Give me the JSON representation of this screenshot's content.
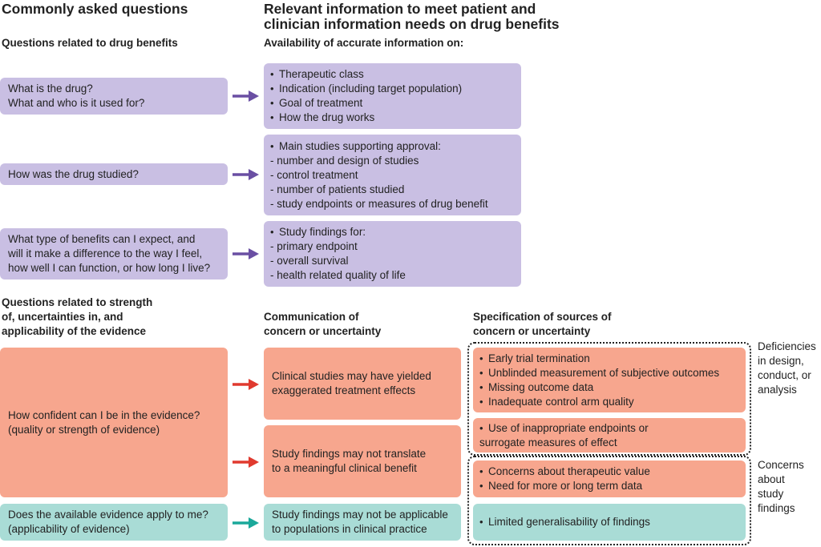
{
  "headers": {
    "left_title": "Commonly asked questions",
    "right_title_lines": [
      "Relevant information to meet patient and",
      "clinician information needs on drug benefits"
    ],
    "benefits_questions": "Questions related to drug benefits",
    "availability": "Availability of accurate information on:",
    "strength_lines": [
      "Questions related to strength",
      "of, uncertainties in, and",
      "applicability of the evidence"
    ],
    "communication_lines": [
      "Communication of",
      "concern or uncertainty"
    ],
    "specification_lines": [
      "Specification of sources of",
      "concern or uncertainty"
    ]
  },
  "benefit_rows": [
    {
      "question_lines": [
        "What is the drug?",
        "What and who is it used for?"
      ],
      "info_lines": [
        {
          "text": "Therapeutic class",
          "bullet": true
        },
        {
          "text": "Indication (including target population)",
          "bullet": true
        },
        {
          "text": "Goal of treatment",
          "bullet": true
        },
        {
          "text": "How the drug works",
          "bullet": true
        }
      ]
    },
    {
      "question_lines": [
        "How was the drug studied?"
      ],
      "info_lines": [
        {
          "text": "Main studies supporting approval:",
          "bullet": true
        },
        {
          "text": "- number and design of studies",
          "bullet": false
        },
        {
          "text": "- control treatment",
          "bullet": false
        },
        {
          "text": "- number of patients studied",
          "bullet": false
        },
        {
          "text": "- study endpoints or measures of drug benefit",
          "bullet": false
        }
      ]
    },
    {
      "question_lines": [
        "What type of benefits can I expect, and",
        "will it make a difference to the way I feel,",
        "how well I can function, or how long I live?"
      ],
      "info_lines": [
        {
          "text": "Study findings for:",
          "bullet": true
        },
        {
          "text": "- primary endpoint",
          "bullet": false
        },
        {
          "text": "- overall survival",
          "bullet": false
        },
        {
          "text": "- health related quality of life",
          "bullet": false
        }
      ]
    }
  ],
  "evidence": {
    "confidence_question_lines": [
      "How confident can I be in the evidence?",
      "(quality or strength of evidence)"
    ],
    "applicability_question_lines": [
      "Does the available evidence apply to me?",
      "(applicability of evidence)"
    ],
    "comm_exaggerated_lines": [
      "Clinical studies may have yielded",
      "exaggerated treatment effects"
    ],
    "comm_not_translate_lines": [
      "Study findings may not translate",
      "to a meaningful clinical benefit"
    ],
    "comm_not_applicable_lines": [
      "Study findings may not be applicable",
      "to populations in clinical practice"
    ],
    "spec_design": [
      "Early trial termination",
      "Unblinded measurement of subjective outcomes",
      "Missing outcome data",
      "Inadequate control arm quality"
    ],
    "spec_endpoints_lines": [
      "Use of inappropriate endpoints or",
      "surrogate measures of effect"
    ],
    "spec_value": [
      "Concerns about therapeutic value",
      "Need for more or long term data"
    ],
    "spec_generalisability": [
      "Limited generalisability of findings"
    ],
    "side_deficiencies_lines": [
      "Deficiencies",
      "in design,",
      "conduct, or",
      "analysis"
    ],
    "side_concerns_lines": [
      "Concerns",
      "about",
      "study",
      "findings"
    ]
  },
  "colors": {
    "purple_box": "#c9bfe3",
    "purple_arrow": "#6a4fa3",
    "salmon_box": "#f7a68e",
    "red_arrow": "#e03a2f",
    "teal_box": "#a9dcd6",
    "teal_arrow": "#1aa89a"
  }
}
